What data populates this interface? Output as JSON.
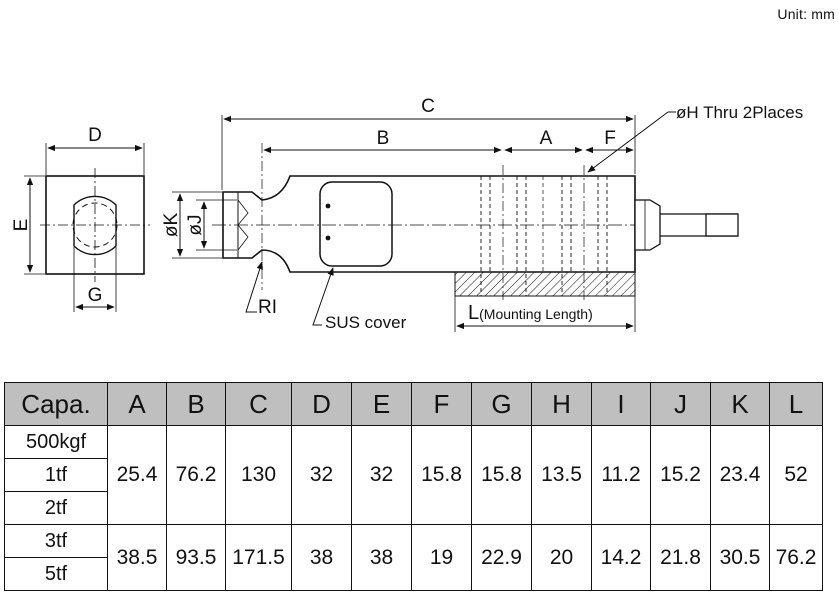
{
  "unit_label": "Unit: mm",
  "drawing": {
    "end_view": {
      "width_label": "D",
      "height_label": "E",
      "hole_label": "G"
    },
    "side_view": {
      "overall_label": "C",
      "gauge_length_label": "B",
      "hole_pitch_label": "A",
      "end_offset_label": "F",
      "hole_label": "øH Thru 2Places",
      "shaft_k_label": "øK",
      "shaft_j_label": "øJ",
      "radius_label": "RI",
      "cover_label": "SUS cover",
      "mounting_label": "L",
      "mounting_note": "(Mounting Length)"
    }
  },
  "table": {
    "headers": [
      "Capa.",
      "A",
      "B",
      "C",
      "D",
      "E",
      "F",
      "G",
      "H",
      "I",
      "J",
      "K",
      "L"
    ],
    "groups": [
      {
        "capacities": [
          "500kgf",
          "1tf",
          "2tf"
        ],
        "values": [
          "25.4",
          "76.2",
          "130",
          "32",
          "32",
          "15.8",
          "15.8",
          "13.5",
          "11.2",
          "15.2",
          "23.4",
          "52"
        ]
      },
      {
        "capacities": [
          "3tf",
          "5tf"
        ],
        "values": [
          "38.5",
          "93.5",
          "171.5",
          "38",
          "38",
          "19",
          "22.9",
          "20",
          "14.2",
          "21.8",
          "30.5",
          "76.2"
        ]
      }
    ]
  }
}
